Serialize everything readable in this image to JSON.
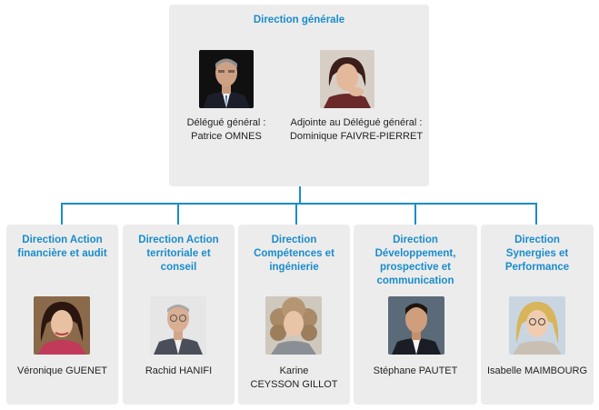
{
  "top": {
    "title": "Direction générale",
    "people": [
      {
        "role": "Délégué général :",
        "name": "Patrice OMNES",
        "photo": "portrait-man-suit"
      },
      {
        "role": "Adjointe au Délégué général :",
        "name": "Dominique FAIVRE-PIERRET",
        "photo": "portrait-woman-dark-hair"
      }
    ]
  },
  "directions": [
    {
      "title_lines": [
        "Direction Action",
        "financière et audit"
      ],
      "name_lines": [
        "Véronique GUENET"
      ],
      "photo": "portrait-woman-dark-hair"
    },
    {
      "title_lines": [
        "Direction Action",
        "territoriale et",
        "conseil"
      ],
      "name_lines": [
        "Rachid HANIFI"
      ],
      "photo": "portrait-man-glasses"
    },
    {
      "title_lines": [
        "Direction",
        "Compétences et",
        "ingénierie"
      ],
      "name_lines": [
        "Karine",
        "CEYSSON GILLOT"
      ],
      "photo": "portrait-woman-curly-hair"
    },
    {
      "title_lines": [
        "Direction",
        "Développement,",
        "prospective et",
        "communication"
      ],
      "name_lines": [
        "Stéphane PAUTET"
      ],
      "photo": "portrait-man-suit"
    },
    {
      "title_lines": [
        "Direction",
        "Synergies et",
        "Performance"
      ],
      "name_lines": [
        "Isabelle MAIMBOURG"
      ],
      "photo": "portrait-woman-blonde-glasses"
    }
  ],
  "colors": {
    "accent": "#1a8ccb",
    "box": "#ececec"
  }
}
